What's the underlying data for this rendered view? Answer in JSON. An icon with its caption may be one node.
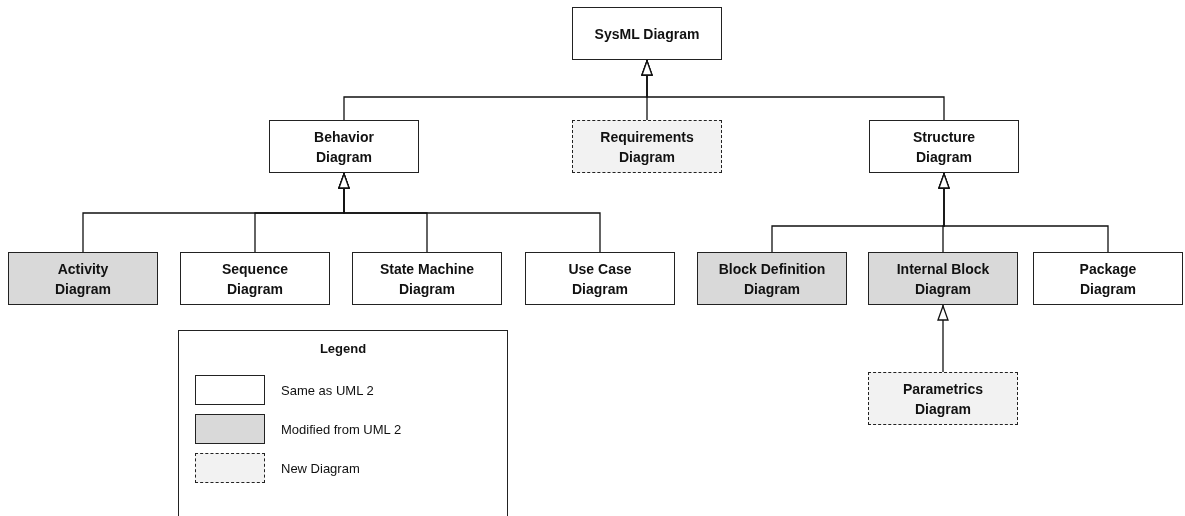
{
  "diagram": {
    "nodes": [
      {
        "text": [
          "SysML Diagram"
        ]
      },
      {
        "text": [
          "Behavior Diagram"
        ]
      },
      {
        "text": [
          "Requirements Diagram"
        ]
      },
      {
        "text": [
          "Structure Diagram"
        ]
      },
      {
        "text": [
          "Activity Diagram"
        ]
      },
      {
        "text": [
          "Sequence Diagram"
        ]
      },
      {
        "text": [
          "State Machine Diagram"
        ]
      },
      {
        "text": [
          "Use Case Diagram"
        ]
      },
      {
        "text": [
          "Block Definition Diagram"
        ]
      },
      {
        "text": [
          "Internal Block Diagram"
        ]
      },
      {
        "text": [
          "Package Diagram"
        ]
      },
      {
        "text": [
          "Parametrics Diagram"
        ]
      }
    ],
    "edges": [
      {
        "from": 1,
        "to": 0,
        "arrow": "to"
      },
      {
        "from": 2,
        "to": 0,
        "arrow": "to"
      },
      {
        "from": 3,
        "to": 0,
        "arrow": "to"
      },
      {
        "from": 4,
        "to": 1,
        "arrow": "to"
      },
      {
        "from": 5,
        "to": 1,
        "arrow": "to"
      },
      {
        "from": 6,
        "to": 1,
        "arrow": "to"
      },
      {
        "from": 7,
        "to": 1,
        "arrow": "to"
      },
      {
        "from": 8,
        "to": 3,
        "arrow": "to"
      },
      {
        "from": 9,
        "to": 3,
        "arrow": "to"
      },
      {
        "from": 10,
        "to": 3,
        "arrow": "to"
      },
      {
        "from": 11,
        "to": 9,
        "arrow": "to"
      }
    ],
    "labels": [
      "Legend"
    ],
    "legend": [
      {
        "text": "Same as UML 2",
        "color": "#ffffff"
      },
      {
        "text": "Modified from UML 2",
        "color": "#d9d9d9"
      },
      {
        "text": "New Diagram",
        "color": "#f2f2f2"
      }
    ]
  }
}
